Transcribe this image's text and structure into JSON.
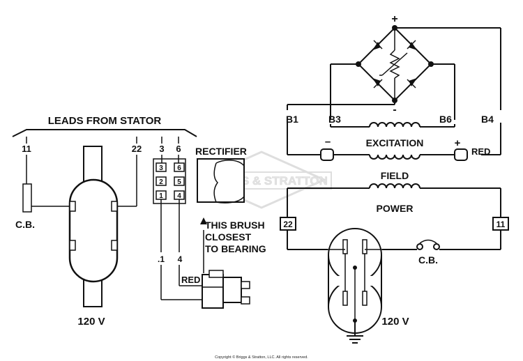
{
  "watermark": "BRIGGS & STRATTON",
  "copyright": "Copyright © Briggs & Stratton, LLC. All rights reserved.",
  "left_section": {
    "leads_title": "LEADS FROM STATOR",
    "lead_11": "11",
    "lead_22": "22",
    "lead_3": "3",
    "lead_6": "6",
    "breaker_label": "C.B.",
    "output_voltage": "120 V",
    "terminal_labels": [
      "3",
      "6",
      "2",
      "5",
      "1",
      "4"
    ],
    "rectifier_label": "RECTIFIER",
    "brush_note": [
      "THIS BRUSH",
      "CLOSEST",
      "TO BEARING"
    ],
    "wire_1": ".1",
    "wire_4": "4",
    "red_label": "RED"
  },
  "right_section": {
    "plus_sign": "+",
    "minus_sign": "-",
    "b1": "B1",
    "b3": "B3",
    "b6": "B6",
    "b4": "B4",
    "excitation": "EXCITATION",
    "field": "FIELD",
    "power": "POWER",
    "field_minus": "–",
    "field_plus": "+",
    "red_label": "RED",
    "terminal_22": "22",
    "terminal_11": "11",
    "breaker_label": "C.B.",
    "output_voltage": "120 V"
  }
}
